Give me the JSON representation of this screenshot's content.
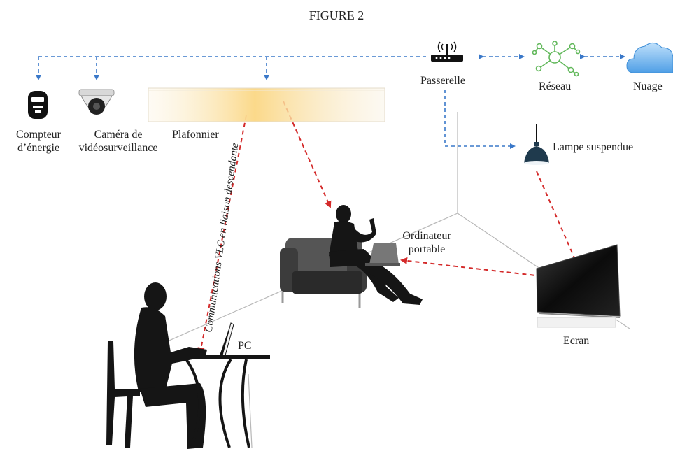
{
  "figure_title": "FIGURE 2",
  "labels": {
    "meter_line1": "Compteur",
    "meter_line2": "d’énergie",
    "camera_line1": "Caméra de",
    "camera_line2": "vidéosurveillance",
    "ceiling_light": "Plafonnier",
    "gateway": "Passerelle",
    "network": "Réseau",
    "cloud": "Nuage",
    "pendant_lamp": "Lampe suspendue",
    "vlc_downlink": "Communications VLC en liaison descendante",
    "laptop_line1": "Ordinateur",
    "laptop_line2": "portable",
    "pc": "PC",
    "screen": "Ecran"
  },
  "colors": {
    "network_link": "#3a78c9",
    "vlc_link": "#d42a2a",
    "silhouette": "#151515",
    "cloud": "#6fb2ec",
    "network_node": "#62b85b"
  }
}
